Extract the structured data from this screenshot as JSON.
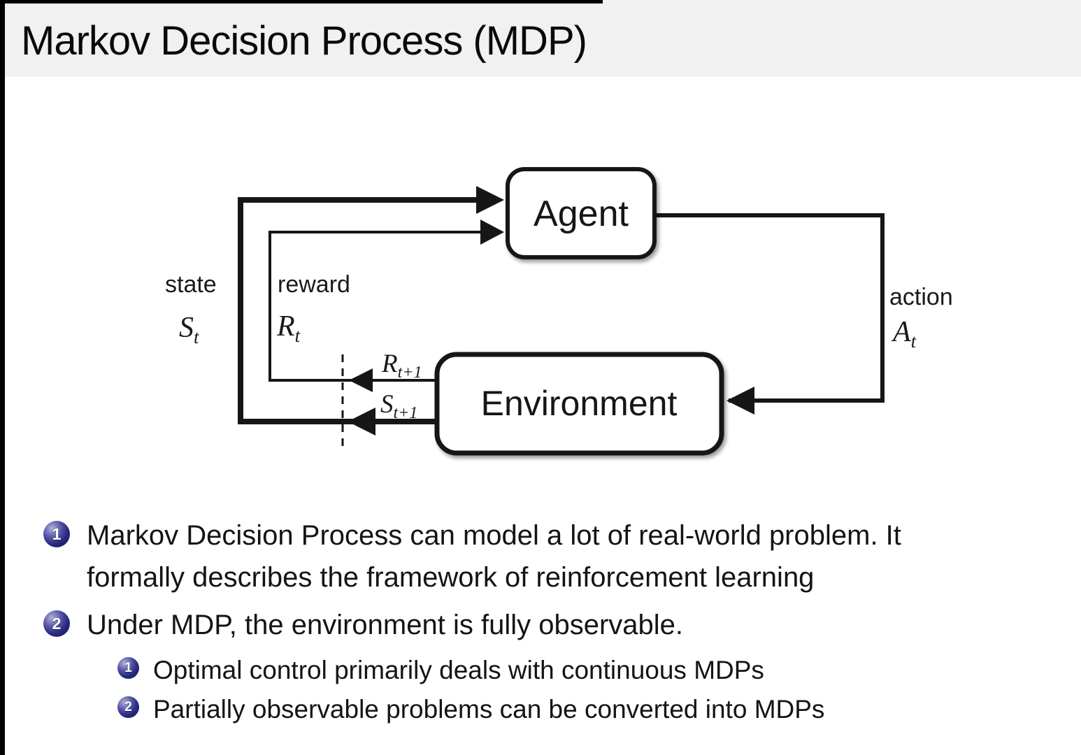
{
  "slide": {
    "title": "Markov Decision Process (MDP)"
  },
  "colors": {
    "header_bg": "#f1f1f1",
    "bullet_ball": "#333399",
    "diagram_line": "#161616"
  },
  "diagram": {
    "agent_label": "Agent",
    "environment_label": "Environment",
    "labels": {
      "state_word": "state",
      "state_base": "S",
      "state_sub": "t",
      "reward_word": "reward",
      "reward_base": "R",
      "reward_sub": "t",
      "reward_next_base": "R",
      "reward_next_sub": "t+1",
      "state_next_base": "S",
      "state_next_sub": "t+1",
      "action_word": "action",
      "action_base": "A",
      "action_sub": "t"
    }
  },
  "bullets": {
    "item1": {
      "number": "1",
      "lines": [
        "Markov Decision Process can model a lot of real-world problem.  It",
        "formally describes the framework of reinforcement learning"
      ]
    },
    "item2": {
      "number": "2",
      "text": "Under MDP, the environment is fully observable."
    },
    "sub1": {
      "number": "1",
      "text": "Optimal control primarily deals with continuous MDPs"
    },
    "sub2": {
      "number": "2",
      "text": "Partially observable problems can be converted into MDPs"
    }
  }
}
